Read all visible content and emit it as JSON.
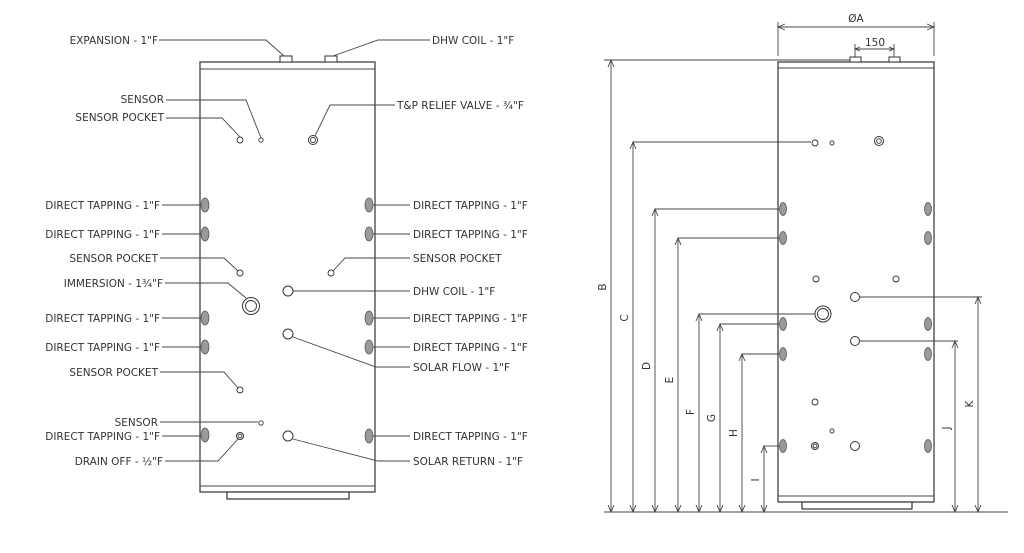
{
  "left_labels": {
    "expansion": "EXPANSION - 1\"F",
    "dhw_coil_top": "DHW COIL - 1\"F",
    "sensor_top": "SENSOR",
    "sensor_pocket_top": "SENSOR POCKET",
    "tp_relief": "T&P RELIEF VALVE - ¾\"F",
    "direct_tapping_l1": "DIRECT TAPPING - 1\"F",
    "direct_tapping_l2": "DIRECT TAPPING - 1\"F",
    "direct_tapping_r1": "DIRECT TAPPING - 1\"F",
    "direct_tapping_r2": "DIRECT TAPPING - 1\"F",
    "sensor_pocket_mid_l": "SENSOR POCKET",
    "sensor_pocket_mid_r": "SENSOR POCKET",
    "immersion": "IMMERSION - 1¾\"F",
    "dhw_coil_mid": "DHW COIL - 1\"F",
    "direct_tapping_l3": "DIRECT TAPPING - 1\"F",
    "direct_tapping_l4": "DIRECT TAPPING - 1\"F",
    "direct_tapping_r3": "DIRECT TAPPING - 1\"F",
    "direct_tapping_r4": "DIRECT TAPPING - 1\"F",
    "solar_flow": "SOLAR FLOW - 1\"F",
    "sensor_pocket_low": "SENSOR POCKET",
    "sensor_bottom": "SENSOR",
    "direct_tapping_l5": "DIRECT TAPPING - 1\"F",
    "direct_tapping_r5": "DIRECT TAPPING - 1\"F",
    "drain_off": "DRAIN OFF - ½\"F",
    "solar_return": "SOLAR RETURN - 1\"F"
  },
  "right_dimensions": {
    "diameter": "ØA",
    "spacing": "150",
    "b": "B",
    "c": "C",
    "d": "D",
    "e": "E",
    "f": "F",
    "g": "G",
    "h": "H",
    "i": "I",
    "j": "J",
    "k": "K"
  }
}
